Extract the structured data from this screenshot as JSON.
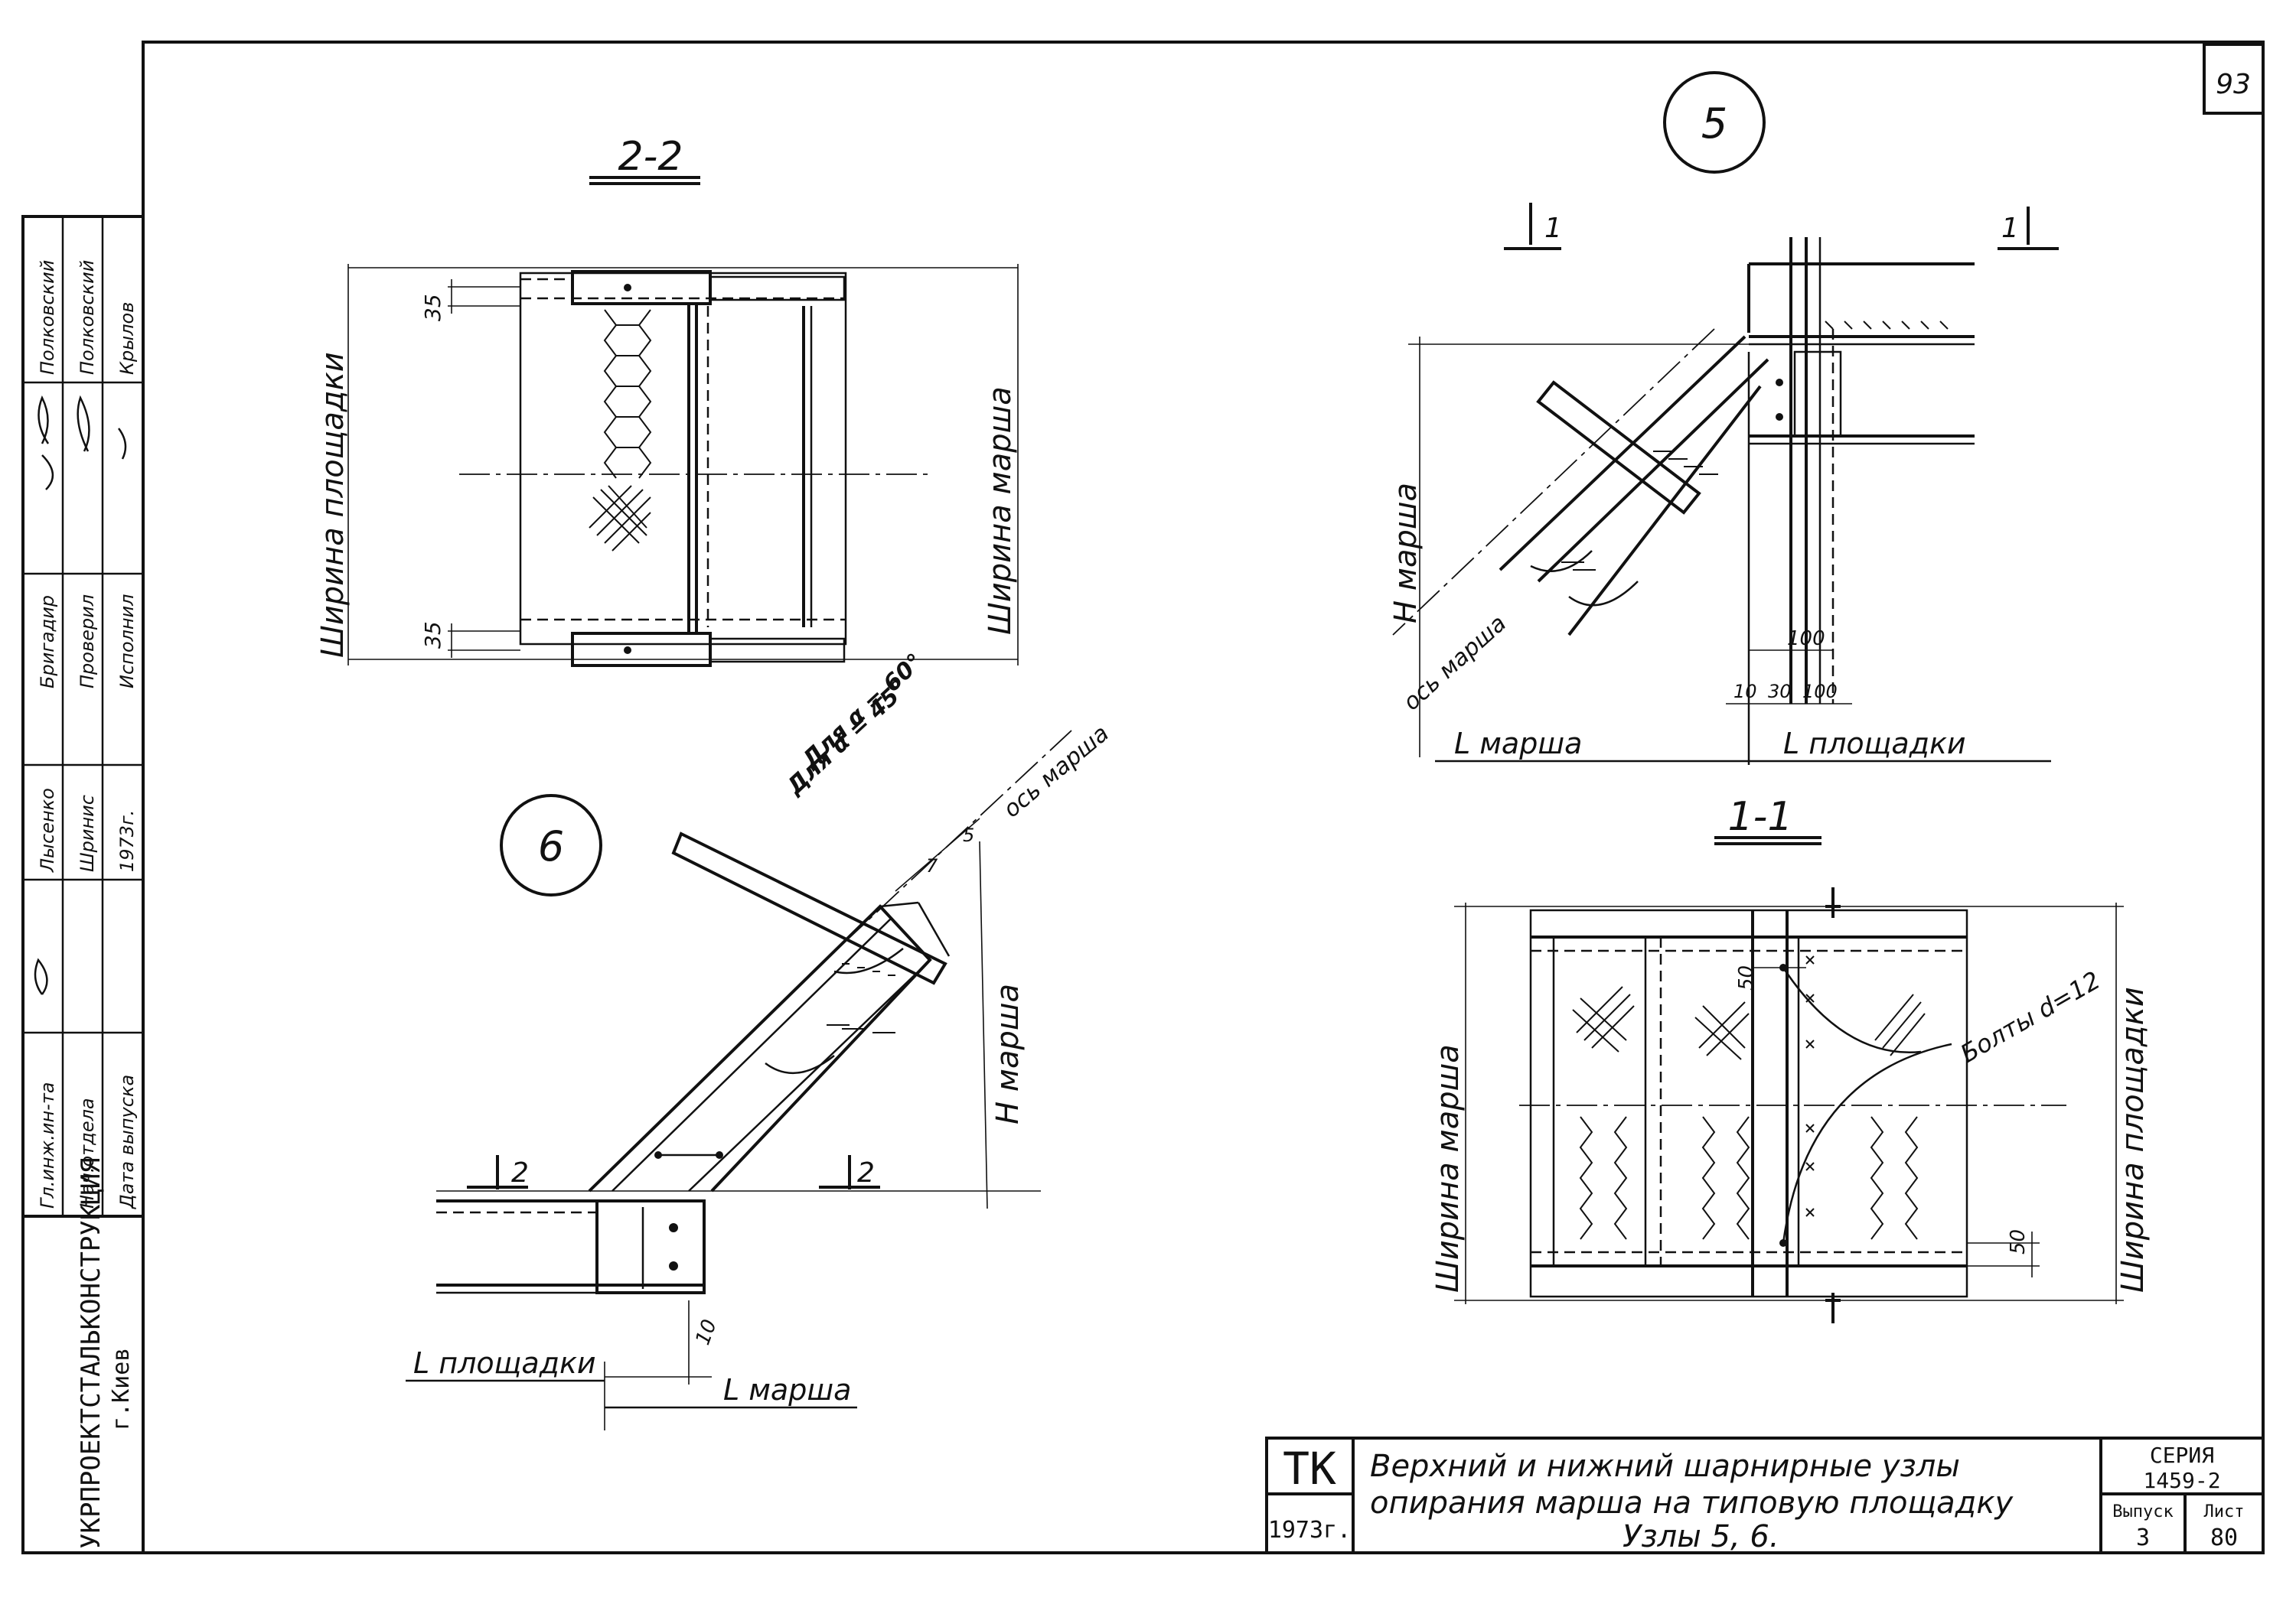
{
  "sheet": {
    "page_number": "93",
    "series_label": "СЕРИЯ",
    "series_value": "1459-2",
    "issue_label": "Выпуск",
    "issue_value": "3",
    "sheet_label": "Лист",
    "sheet_value": "80",
    "code": "ТК",
    "year": "1973г."
  },
  "title": {
    "line1": "Верхний и нижний шарнирные узлы",
    "line2": "опирания марша на типовую площадку",
    "line3": "Узлы 5, 6."
  },
  "org": {
    "line1": "УКРПРОЕКТСТАЛЬКОНСТРУКЦИЯ",
    "line2": "г.Киев"
  },
  "signatures": {
    "roles": [
      "Гл.инж.ин-та",
      "Нач.отдела",
      "Дата выпуска"
    ],
    "names_a": [
      "Лысенко",
      "Шринис",
      "1973г."
    ],
    "roles_b": [
      "Бригадир",
      "Проверил",
      "Исполнил"
    ],
    "names_b": [
      "Полковский",
      "Полковский",
      "Крылов"
    ]
  },
  "views": {
    "node5": "5",
    "node6": "6",
    "section22": "2-2",
    "section11": "1-1",
    "cut1_left": "1",
    "cut1_right": "1",
    "cut2_left": "2",
    "cut2_right": "2"
  },
  "labels": {
    "width_platform": "Ширина площадки",
    "width_march": "Ширина марша",
    "h_march": "Н марша",
    "axis_march": "ось марша",
    "l_march": "L марша",
    "l_platform": "L площадки",
    "for_60": "Для α = 60°",
    "for_45": "Для α = 45°",
    "bolts": "Болты d=12"
  },
  "dims": {
    "d35_top": "35",
    "d35_bot": "35",
    "d100_top": "100",
    "d10": "10",
    "d30": "30",
    "d100": "100",
    "d10_node6": "10",
    "d50_top": "50",
    "d50_bot": "50",
    "d5": "5",
    "d7": "7"
  }
}
